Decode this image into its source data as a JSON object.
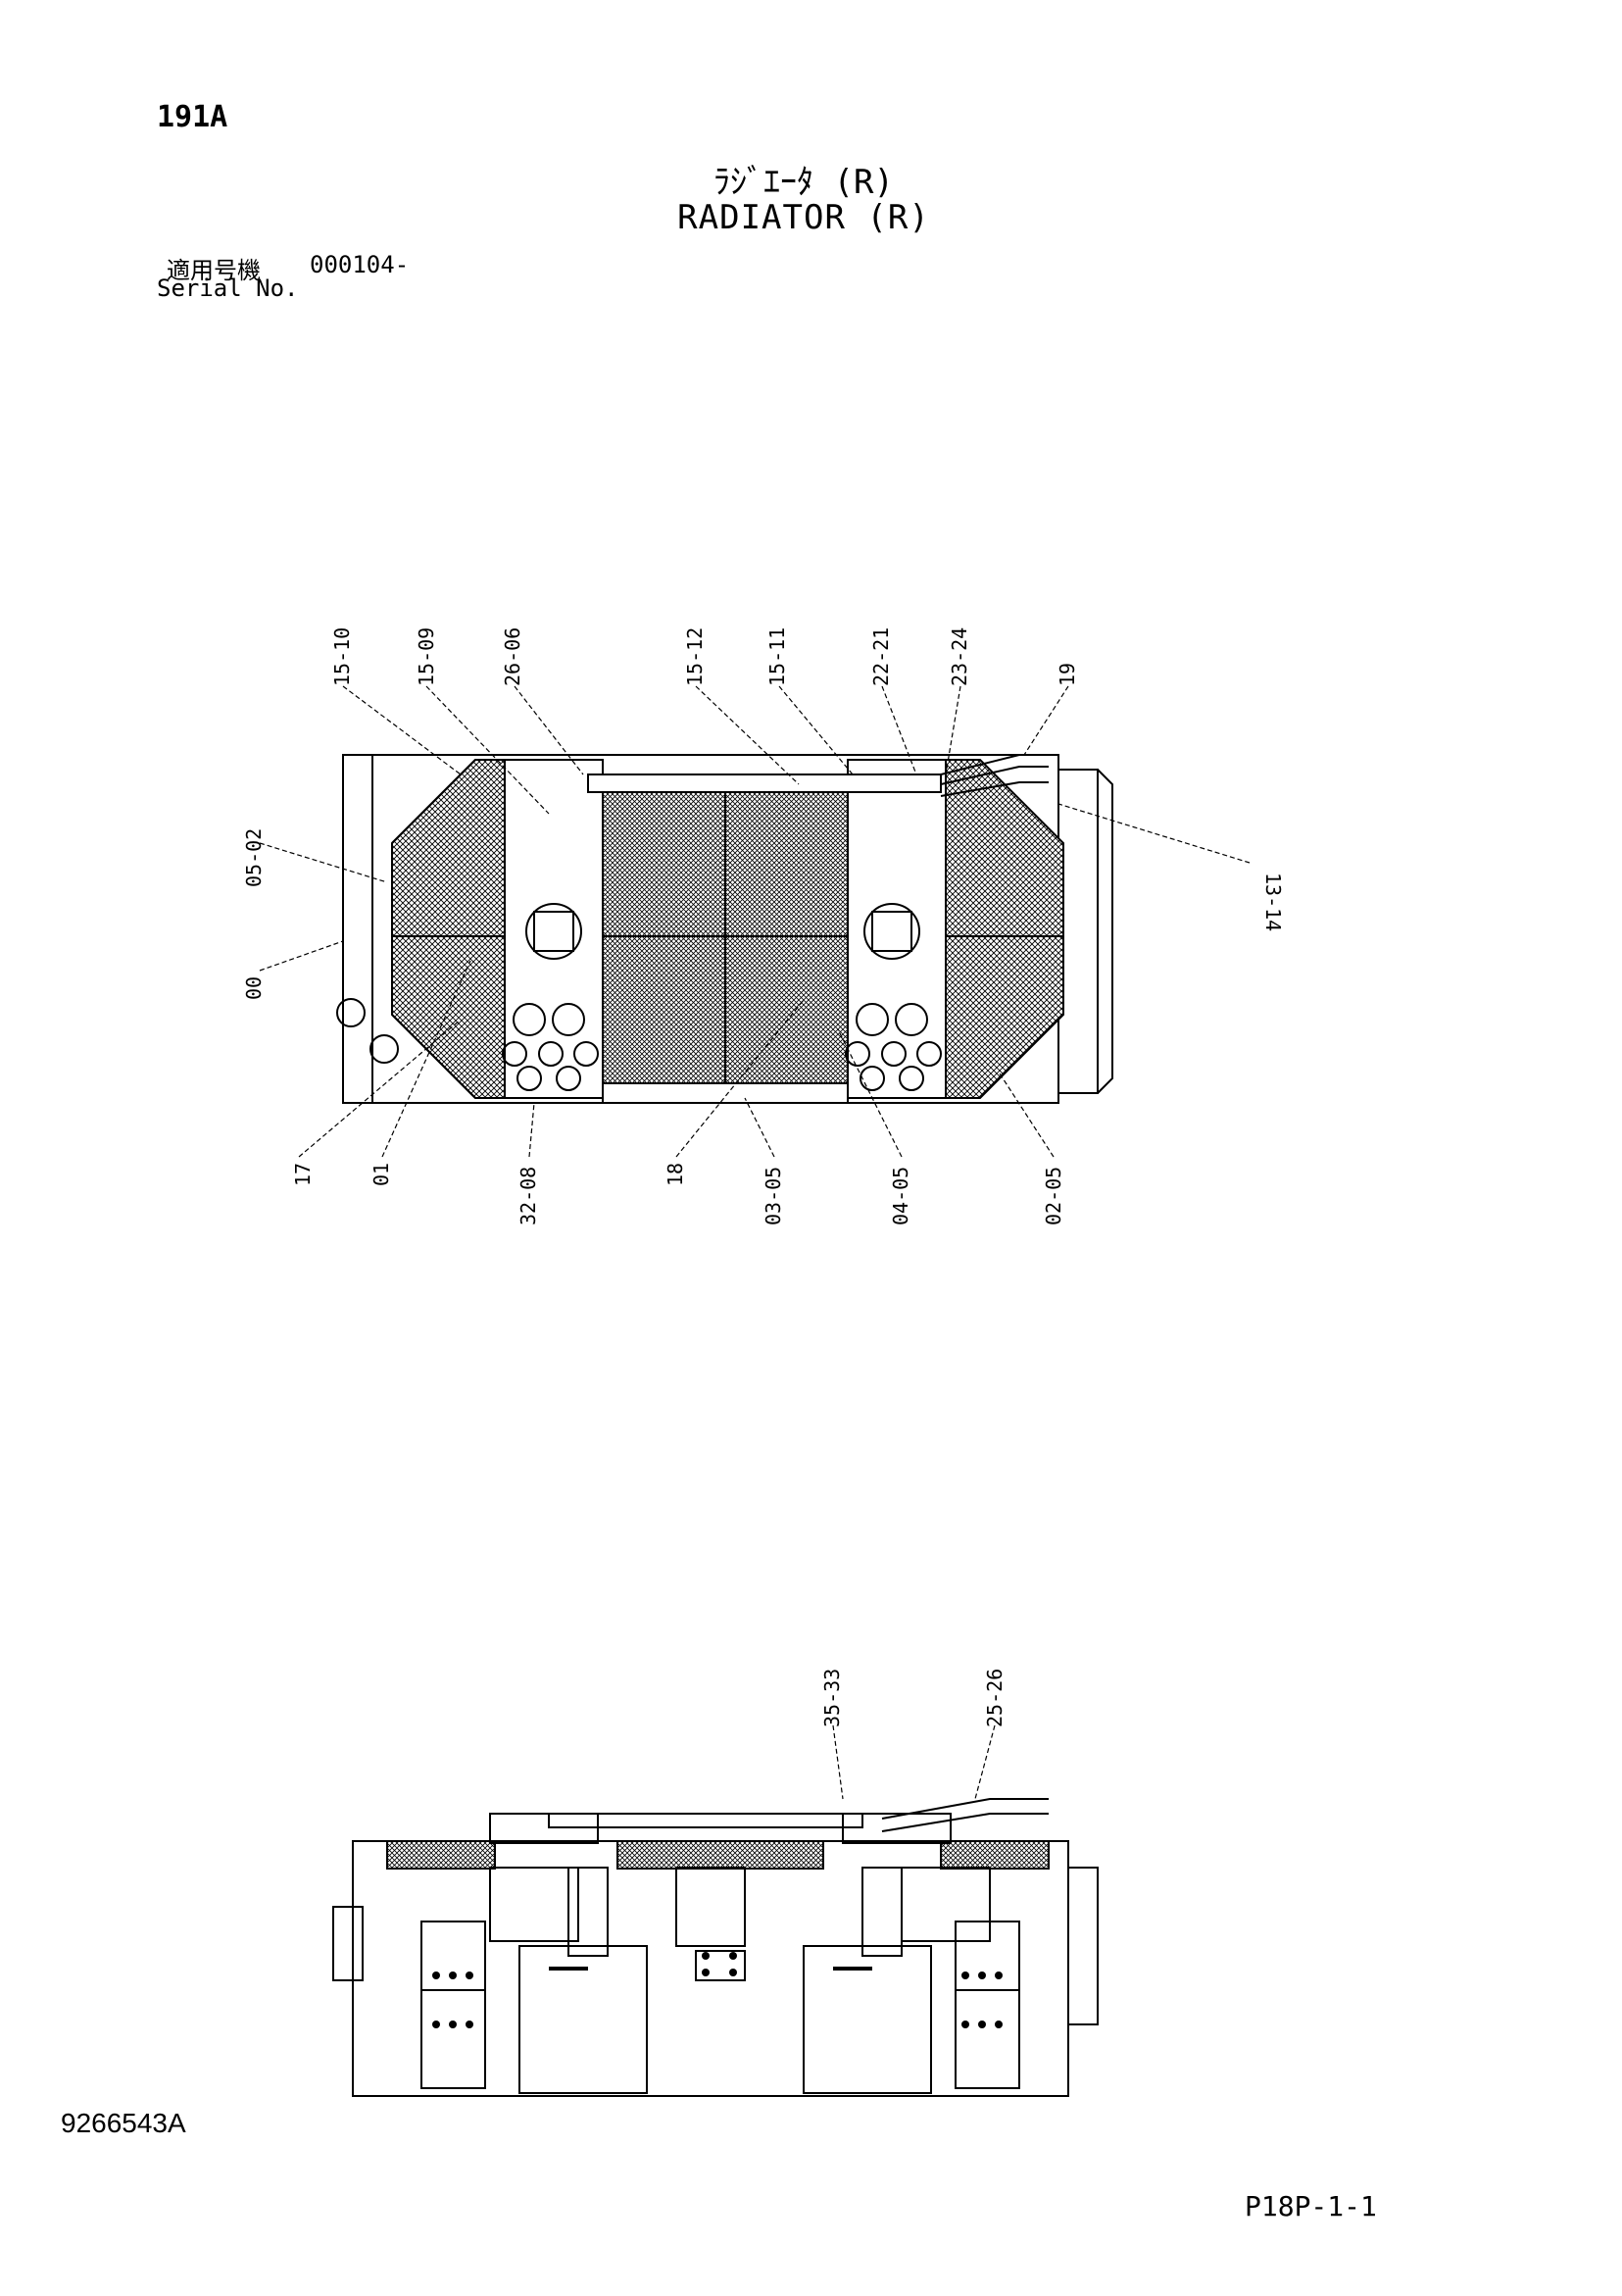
{
  "header": {
    "page_code": "191A",
    "title_jp": "ﾗｼﾞｴｰﾀ (R)",
    "title_en": "RADIATOR (R)",
    "serial_label_jp": "適用号機",
    "serial_value": "000104-",
    "serial_label_en": "Serial No."
  },
  "top_view": {
    "callouts_top": [
      "15-10",
      "15-09",
      "26-06",
      "15-12",
      "15-11",
      "22-21",
      "23-24",
      "19"
    ],
    "callouts_left": [
      "05-02",
      "00"
    ],
    "callouts_right": [
      "13-14"
    ],
    "callouts_bottom": [
      "17",
      "01",
      "32-08",
      "18",
      "03-05",
      "04-05",
      "02-05"
    ]
  },
  "side_view": {
    "callouts_top": [
      "35-33",
      "25-26"
    ]
  },
  "footer": {
    "doc_number": "9266543A",
    "page_ref": "P18P-1-1"
  }
}
